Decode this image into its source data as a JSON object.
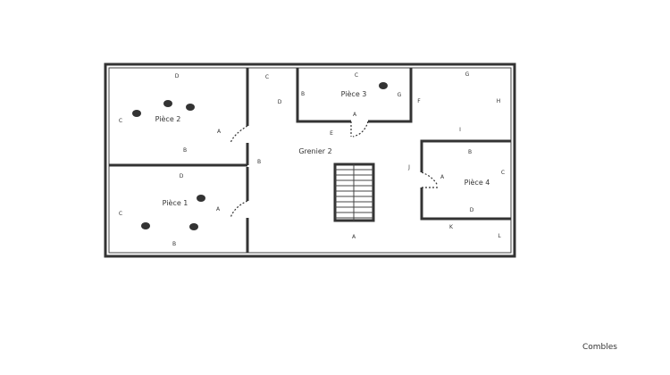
{
  "rooms": {
    "piece2": {
      "name": "Pièce 2",
      "walls": [
        "D",
        "C",
        "A",
        "B"
      ]
    },
    "piece1": {
      "name": "Pièce 1",
      "walls": [
        "D",
        "C",
        "A",
        "B"
      ]
    },
    "piece3": {
      "name": "Pièce 3",
      "walls": [
        "C",
        "B",
        "G",
        "A"
      ]
    },
    "piece4": {
      "name": "Pièce 4",
      "walls": [
        "B",
        "C",
        "A",
        "D"
      ]
    },
    "grenier2": {
      "name": "Grenier 2",
      "walls": [
        "C",
        "D",
        "B",
        "E",
        "A",
        "F",
        "G",
        "H",
        "I",
        "J",
        "K",
        "L"
      ]
    }
  },
  "markers": {
    "icon": "numbered-measurement-point-icon",
    "count": 7
  },
  "caption": "Combles"
}
